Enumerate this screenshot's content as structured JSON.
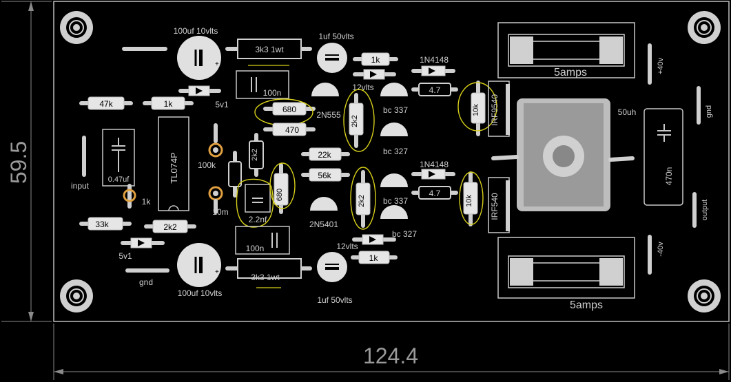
{
  "board": {
    "width_label": "124.4",
    "height_label": "59.5"
  },
  "labels": {
    "cap_100uf_top": "100uf 10vlts",
    "res_3k3_top": "3k3 1wt",
    "cap_1uf_top": "1uf 50vlts",
    "res_1k_top": "1k",
    "diode_1n4148_top": "1N4148",
    "fuse_top": "5amps",
    "volt_pos": "+40v",
    "cap_100n_top": "100n",
    "zener_12v_top": "12vlts",
    "res_47_top": "4.7",
    "res_10k_top": "10k",
    "irf9540": "IRF9540",
    "res_47k": "47k",
    "res_1k_left": "1k",
    "zener_5v1_top": "5v1",
    "res_680_a": "680",
    "tr_2n5551": "2N555",
    "res_2k2_top": "2k2",
    "tr_bc337_top": "bc 337",
    "inductor": "50uh",
    "gnd_right": "gnd",
    "res_470": "470",
    "tr_bc327_top": "bc 327",
    "cap_047": "0.47uf",
    "ic": "TL074P",
    "res_2k2_v": "2k2",
    "pot_100k": "100k",
    "res_22k": "22k",
    "res_56k": "56k",
    "res_1k_mid": "1k",
    "res_2k2_mid": "2k2",
    "diode_1n4148_bot": "1N4148",
    "res_47_bot": "4.7",
    "res_10k_bot": "10k",
    "tr_bc337_bot": "bc 337",
    "irf540": "IRF540",
    "cap_470n": "470n",
    "input": "input",
    "pot_10m": "10m",
    "cap_22nf": "2.2nf",
    "res_680_b": "680",
    "tr_2n5401": "2N5401",
    "tr_bc327_bot": "bc 327",
    "output": "output",
    "res_33k": "33k",
    "res_2k2_low": "2k2",
    "cap_100n_bot": "100n",
    "zener_12v_bot": "12vlts",
    "res_1k_bot": "1k",
    "zener_5v1_bot": "5v1",
    "volt_neg": "-40v",
    "gnd_bot": "gnd",
    "cap_100uf_bot": "100uf 10vlts",
    "res_3k3_bot": "3k3 1wt",
    "cap_1uf_bot": "1uf 50vlts",
    "fuse_bot": "5amps"
  }
}
